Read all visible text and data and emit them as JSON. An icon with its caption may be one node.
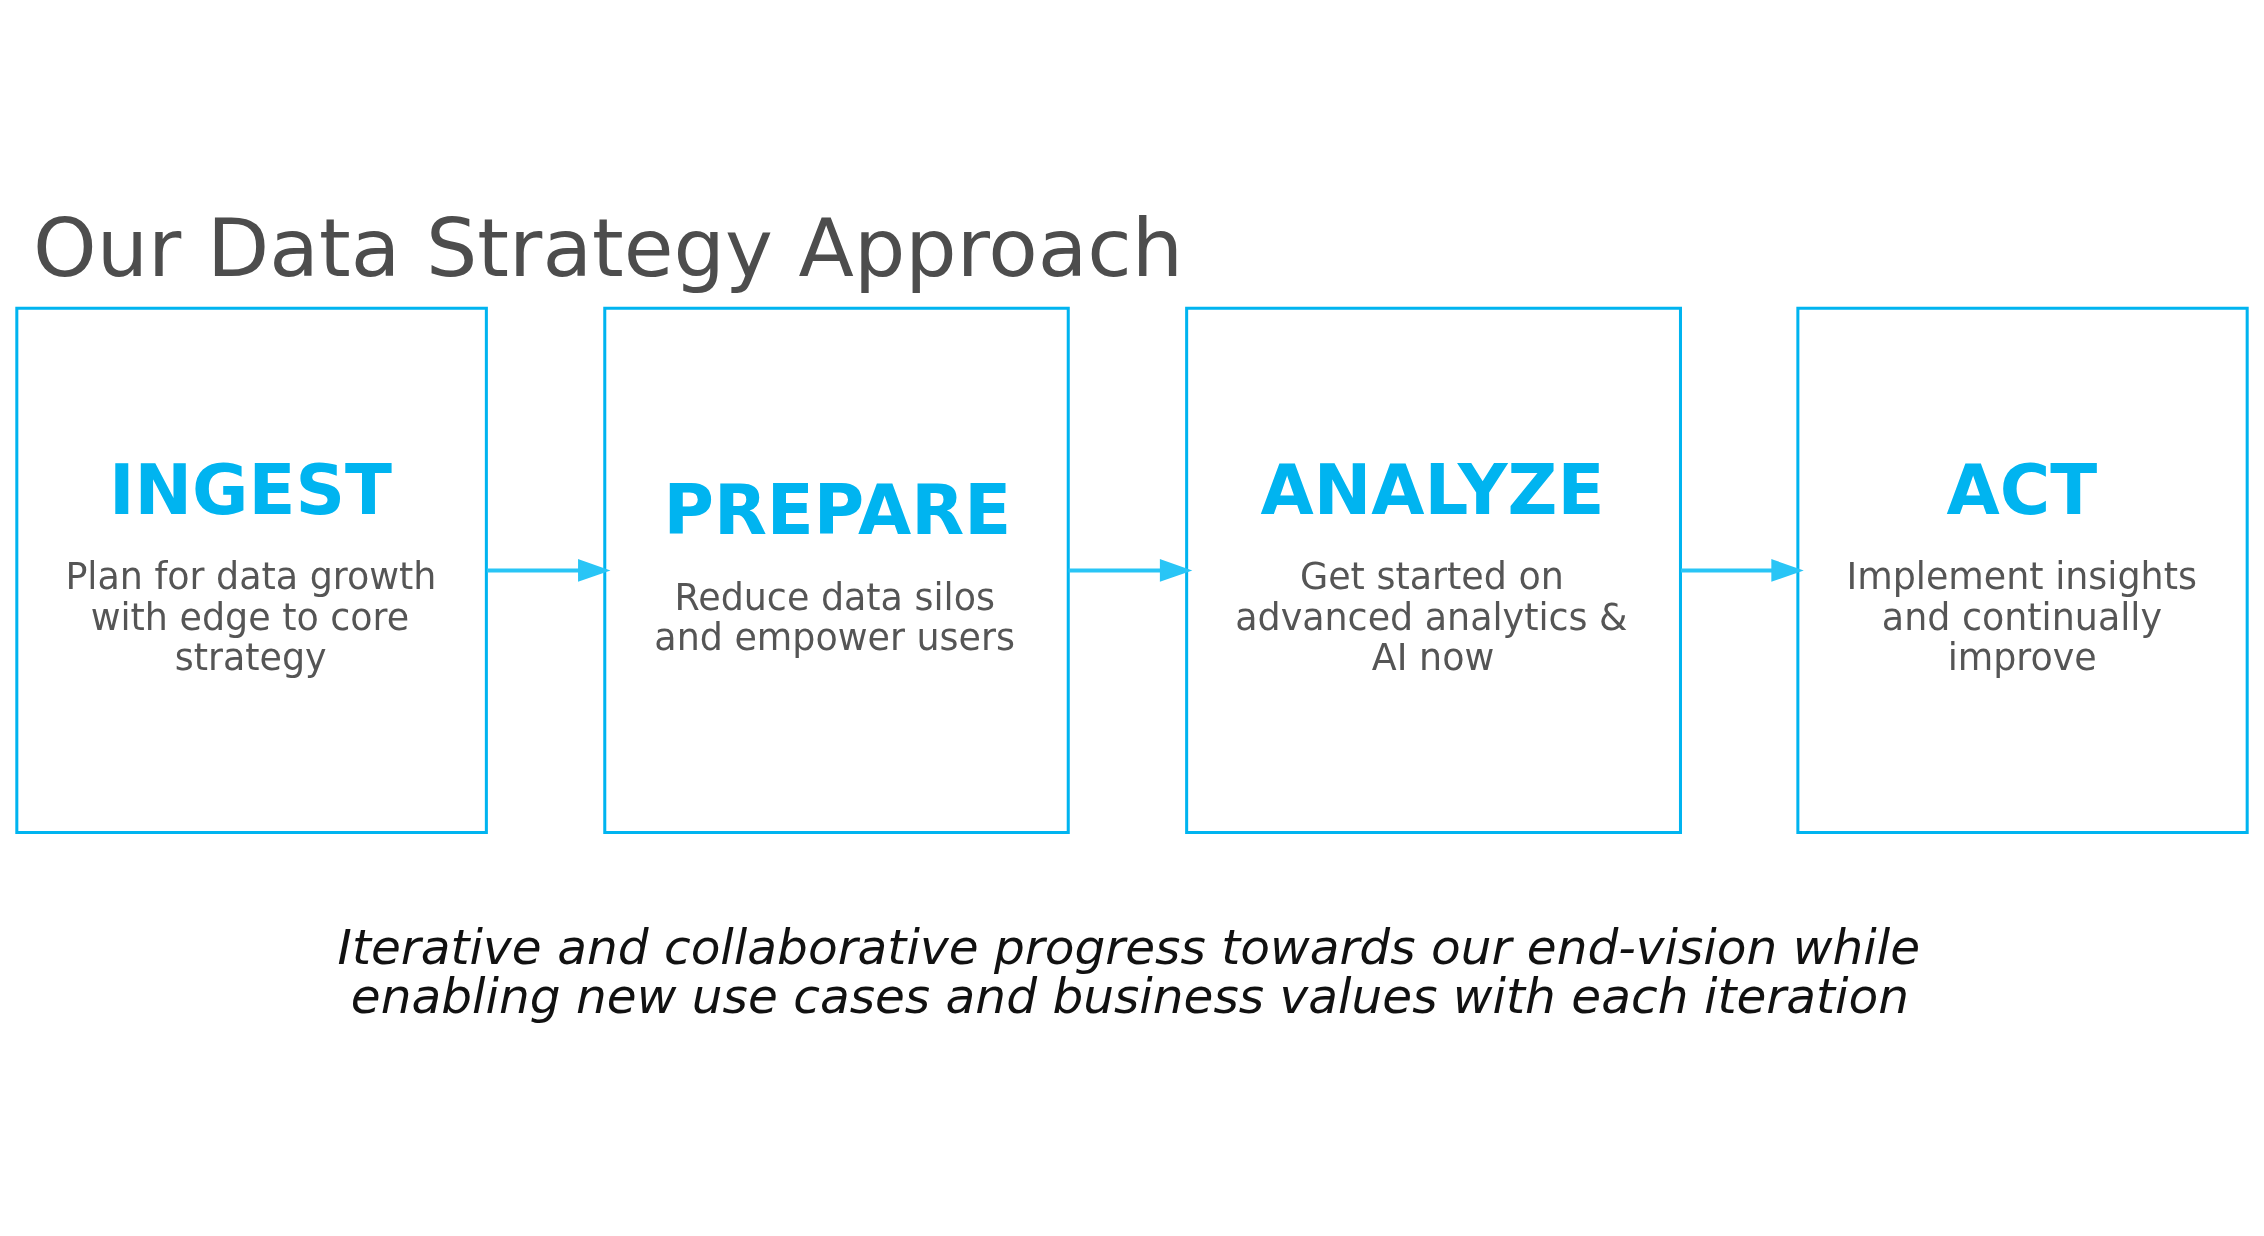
{
  "diagram": {
    "title": "Our Data Strategy Approach",
    "caption": "Iterative and collaborative progress towards our end-vision while enabling new use cases and business values with each iteration",
    "nodes": [
      {
        "text": [
          "INGEST",
          "Plan for data growth with edge to core strategy"
        ]
      },
      {
        "text": [
          "PREPARE",
          "Reduce data silos and empower users"
        ]
      },
      {
        "text": [
          "ANALYZE",
          "Get started on advanced analytics & AI now"
        ]
      },
      {
        "text": [
          "ACT",
          "Implement insights and continually improve"
        ]
      }
    ],
    "edges": [
      {
        "from": 0,
        "to": 1,
        "arrow": "to"
      },
      {
        "from": 1,
        "to": 2,
        "arrow": "to"
      },
      {
        "from": 2,
        "to": 3,
        "arrow": "to"
      }
    ]
  }
}
